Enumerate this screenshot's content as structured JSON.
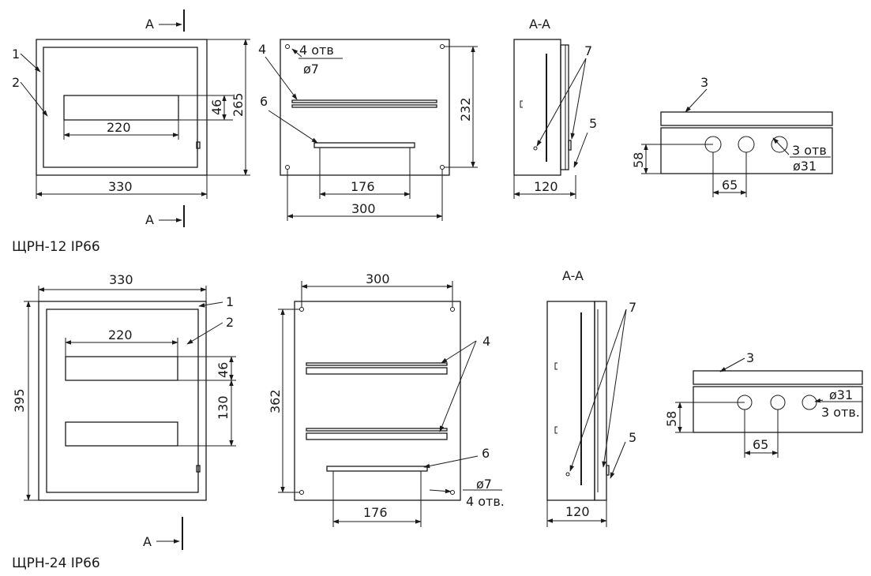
{
  "ui_colors": {
    "line": "#1a1a1a",
    "background": "#ffffff"
  },
  "model1": {
    "title": "ЩРН-12 IP66",
    "section_arrow": "A",
    "section_title": "A-A",
    "dims": {
      "width": "330",
      "height": "265",
      "din_len": "220",
      "din_h": "46",
      "mount_w": "300",
      "mount_h": "232",
      "rail_len": "176",
      "depth": "120",
      "side_h": "58",
      "hole_pitch": "65"
    },
    "holes_mount": {
      "count": "4 отв",
      "dia": "ø7"
    },
    "holes_side": {
      "count": "3 отв",
      "dia": "ø31"
    },
    "callouts": [
      "1",
      "2",
      "3",
      "4",
      "5",
      "6",
      "7"
    ]
  },
  "model2": {
    "title": "ЩРН-24 IP66",
    "section_arrow": "A",
    "section_title": "A-A",
    "dims": {
      "width": "330",
      "height": "395",
      "din_len": "220",
      "din_h": "46",
      "row_pitch": "130",
      "mount_w": "300",
      "mount_h": "362",
      "rail_len": "176",
      "depth": "120",
      "side_h": "58",
      "hole_pitch": "65"
    },
    "holes_mount": {
      "dia": "ø7",
      "count": "4 отв."
    },
    "holes_side": {
      "dia": "ø31",
      "count": "3 отв."
    },
    "callouts": [
      "1",
      "2",
      "3",
      "4",
      "5",
      "6",
      "7"
    ]
  }
}
